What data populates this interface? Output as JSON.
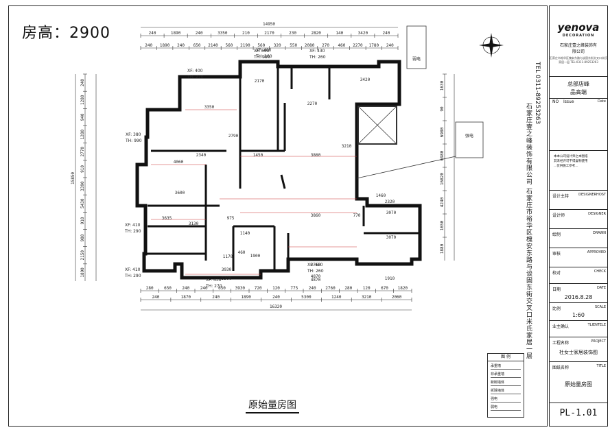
{
  "room_height": "房高：2900",
  "drawing_title": "原始量房图",
  "dims_top_total": "14950",
  "dims_top_row1": [
    "240",
    "1890",
    "240",
    "3350",
    "210",
    "2170",
    "230",
    "2820",
    "140",
    "3420",
    "240"
  ],
  "dims_top_row2": [
    "240",
    "1890",
    "240",
    "650",
    "2140",
    "560",
    "2190",
    "560",
    "320",
    "550",
    "2080",
    "270",
    "460",
    "2270",
    "1780",
    "240"
  ],
  "dims_bottom_total": "16320",
  "dims_bottom_row1": [
    "280",
    "650",
    "240",
    "240",
    "650",
    "3930",
    "720",
    "120",
    "775",
    "240",
    "2760",
    "280",
    "120",
    "670",
    "1820"
  ],
  "dims_bottom_row2": [
    "240",
    "1870",
    "240",
    "1890",
    "240",
    "5300",
    "1240",
    "3210",
    "2060"
  ],
  "dims_left_total": "15850",
  "dims_left": [
    "240",
    "1280",
    "940",
    "1280",
    "2770",
    "910",
    "3390",
    "5430",
    "910",
    "980",
    "2150",
    "1890"
  ],
  "dims_right": [
    "1630",
    "90",
    "6980",
    "6980",
    "16820",
    "4240",
    "1650",
    "1880"
  ],
  "room_dims": [
    "3350",
    "4060",
    "3600",
    "3635",
    "3130",
    "2790",
    "3860",
    "4870",
    "3860",
    "5300",
    "3930",
    "2170",
    "3420",
    "2270",
    "3210",
    "3070",
    "3070",
    "2320",
    "1910",
    "1900",
    "1140",
    "1170",
    "975",
    "460",
    "770",
    "1460",
    "4870",
    "2760",
    "2340",
    "1450"
  ],
  "ceiling_marks": [
    "XF: 400",
    "TH: 270",
    "XF: 380",
    "TH: 990",
    "XF: 400",
    "TH: 260",
    "XF: 410",
    "TH: 290",
    "XF: 410",
    "TH: 290",
    "XF: 430",
    "TH: 270",
    "XF: 410",
    "TH: 260",
    "XF: 600",
    "TH: 950",
    "XF: 430",
    "TH: 260"
  ],
  "small_labels": [
    "弱电",
    "强电"
  ],
  "company_vertical": "石家庄壹之峰装饰有限公司  石家庄市裕华区槐安东路与谈固东街交叉口米氏家居一层",
  "tel_vertical": "TEL  0311-89253263",
  "title_block": {
    "logo": "yenova",
    "logo_sub": "DECORATION",
    "company": "石家庄壹之峰装饰有\n限公司",
    "address": "石家庄市裕华区槐安东路与谈固东街交叉口米氏家居一层 TEL:0311-89253263",
    "store_label": "总部店峰",
    "store_value": "品高端",
    "no_label": "NO",
    "issue_label": "Issue",
    "date_label_top": "Date",
    "notice": "本本公司设计师之本图纸\n其未经许可不得复制使用\n...仅供施工参考...",
    "design_lead_label": "设计主持",
    "design_lead_en": "DESIGNERHOST",
    "designer_label": "设计师",
    "designer_en": "DESIGNER",
    "drawn_label": "绘制",
    "drawn_en": "DRAWN",
    "approved_label": "审核",
    "approved_en": "APPROVED",
    "check_label": "校对",
    "check_en": "CHECK",
    "date_label": "日期",
    "date_en": "DATE",
    "date_value": "2016.8.28",
    "scale_label": "比例",
    "scale_en": "SCALE",
    "scale_value": "1:60",
    "client_label": "业主确认",
    "client_en": "TLIENTELE",
    "project_label": "工程名称",
    "project_en": "PROJECT",
    "project_value": "杜女士家居装饰图",
    "title_label": "图纸名称",
    "title_en": "TITLE",
    "title_value": "原始量房图",
    "sheet_no": "PL-1.01"
  },
  "legend": {
    "title": "图 例",
    "rows": [
      "承重墙",
      "非承重墙",
      "新砌墙体",
      "拆除墙体",
      "强电",
      "弱电"
    ]
  }
}
